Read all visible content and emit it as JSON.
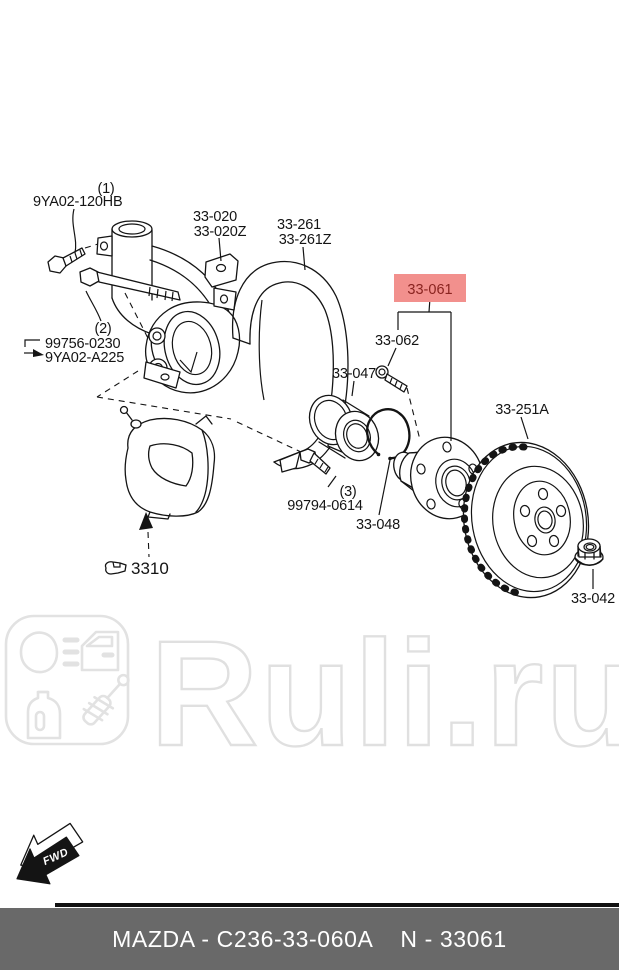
{
  "title": "Mazda front wheel hub and brake exploded parts diagram",
  "colors": {
    "highlight_bg": "#f2908d",
    "highlight_text": "#8a2420",
    "footer_bg": "#696969",
    "footer_text": "#ffffff",
    "watermark": "#e0e0e0",
    "line": "#141414"
  },
  "labels": {
    "ref1_index": "(1)",
    "ref1": "9YA02-120HB",
    "knuckle1": "33-020",
    "knuckle2": "33-020Z",
    "shield1": "33-261",
    "shield2": "33-261Z",
    "hub": "33-061",
    "stud": "33-062",
    "bearing": "33-047",
    "ref2_index": "(2)",
    "ref2a": "99756-0230",
    "ref2b": "9YA02-A225",
    "bolt_index": "(3)",
    "bolt": "99794-0614",
    "snap_ring": "33-048",
    "caliper": "3310",
    "disc": "33-251A",
    "nut": "33-042",
    "fwd": "FWD"
  },
  "highlighted_part": "33-061",
  "watermark": {
    "text": "Ruli.ru"
  },
  "footer": {
    "left": "MAZDA - C236-33-060A",
    "right": "N - 33061"
  }
}
